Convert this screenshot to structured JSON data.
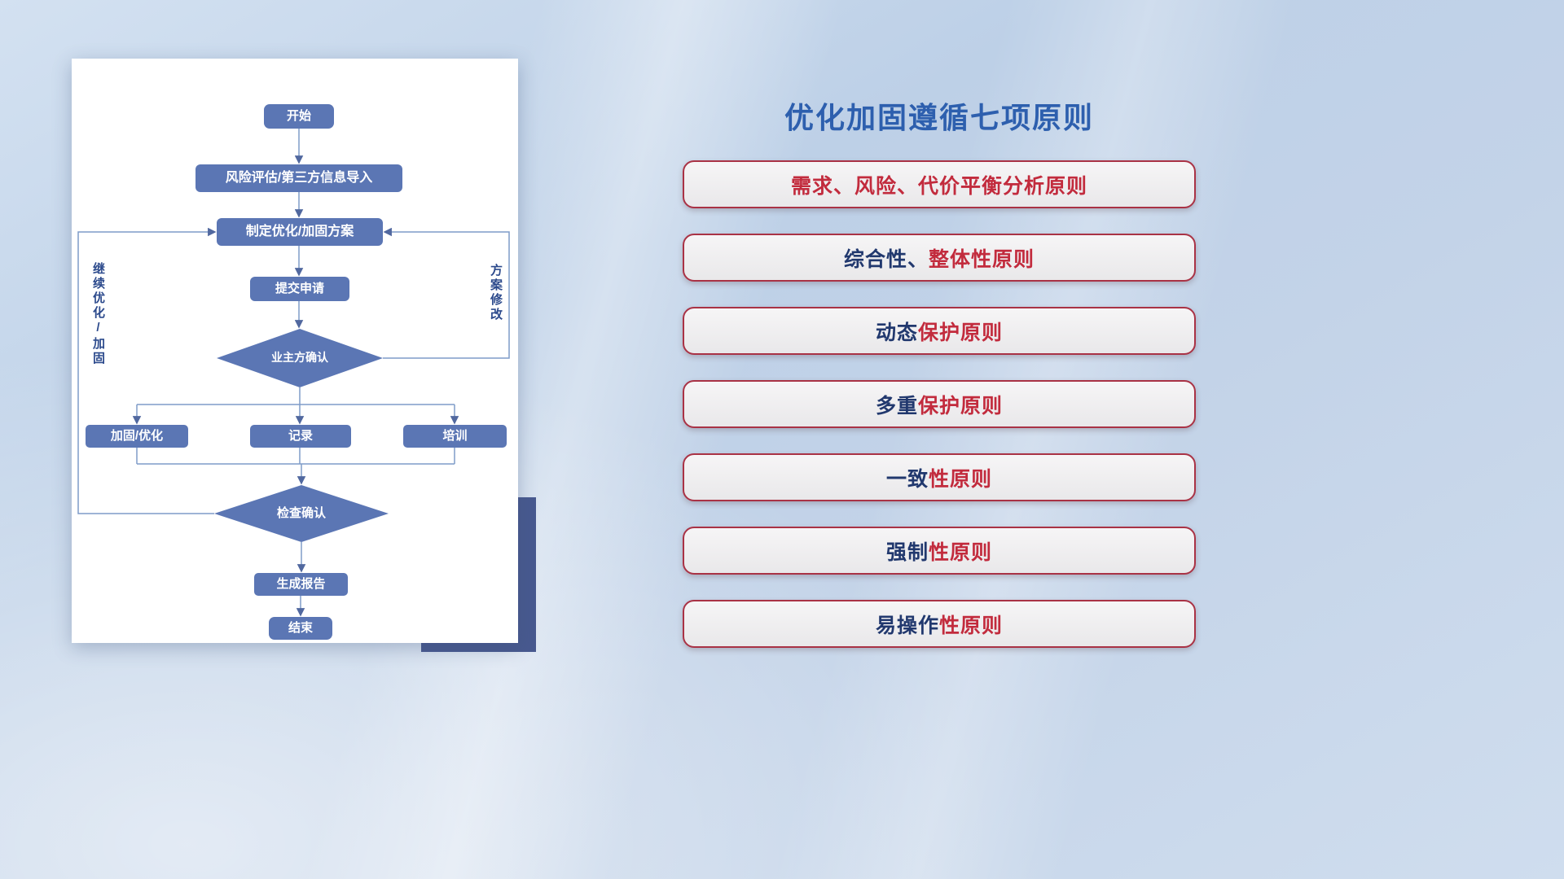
{
  "colors": {
    "node_fill": "#5b76b4",
    "connector_line": "#7f9cc9",
    "arrowhead": "#51689f",
    "text_red": "#c22b3d",
    "text_navy": "#21386e",
    "title_blue": "#2d5fae",
    "principle_border": "#a93245",
    "accent_block": "#48598f",
    "loop_label": "#2c4a8c"
  },
  "flowchart": {
    "nodes": {
      "start": "开始",
      "risk_import": "风险评估/第三方信息导入",
      "make_plan": "制定优化/加固方案",
      "submit": "提交申请",
      "owner_confirm": "业主方确认",
      "reinforce": "加固/优化",
      "record": "记录",
      "training": "培训",
      "check_confirm": "检查确认",
      "report": "生成报告",
      "end": "结束"
    },
    "labels": {
      "continue_loop": "继续优化/加固",
      "revise_loop": "方案修改"
    }
  },
  "principles": {
    "title": "优化加固遵循七项原则",
    "items": [
      {
        "segments": [
          {
            "text": "需求、风险、代价平衡分析原则",
            "color": "red"
          }
        ]
      },
      {
        "segments": [
          {
            "text": "综合性、",
            "color": "navy"
          },
          {
            "text": "整体性原则",
            "color": "red"
          }
        ]
      },
      {
        "segments": [
          {
            "text": "动态",
            "color": "navy"
          },
          {
            "text": "保护原则",
            "color": "red"
          }
        ]
      },
      {
        "segments": [
          {
            "text": "多重",
            "color": "navy"
          },
          {
            "text": "保护原则",
            "color": "red"
          }
        ]
      },
      {
        "segments": [
          {
            "text": "一致",
            "color": "navy"
          },
          {
            "text": "性原则",
            "color": "red"
          }
        ]
      },
      {
        "segments": [
          {
            "text": "强制",
            "color": "navy"
          },
          {
            "text": "性原则",
            "color": "red"
          }
        ]
      },
      {
        "segments": [
          {
            "text": "易操作",
            "color": "navy"
          },
          {
            "text": "性原则",
            "color": "red"
          }
        ]
      }
    ]
  }
}
